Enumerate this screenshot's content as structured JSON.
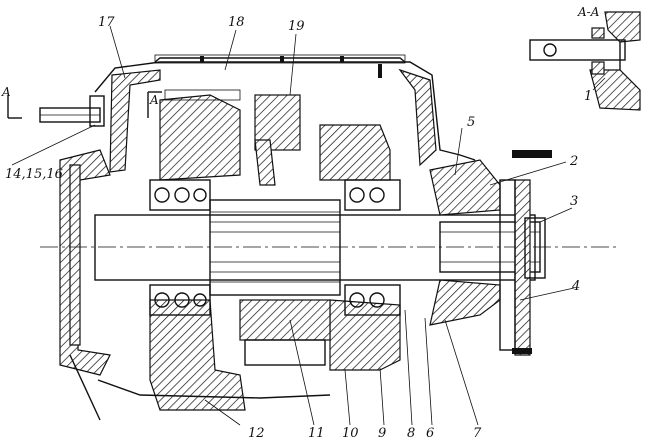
{
  "section_label": "A-A",
  "section_arrow_label": "A",
  "section_arrow_label_2": "A",
  "callouts": {
    "c1": "1",
    "c2": "2",
    "c3": "3",
    "c4": "4",
    "c5": "5",
    "c6": "6",
    "c7": "7",
    "c8": "8",
    "c9": "9",
    "c10": "10",
    "c11": "11",
    "c12": "12",
    "c14": "14,15,16",
    "c17": "17",
    "c18": "18",
    "c19": "19"
  }
}
